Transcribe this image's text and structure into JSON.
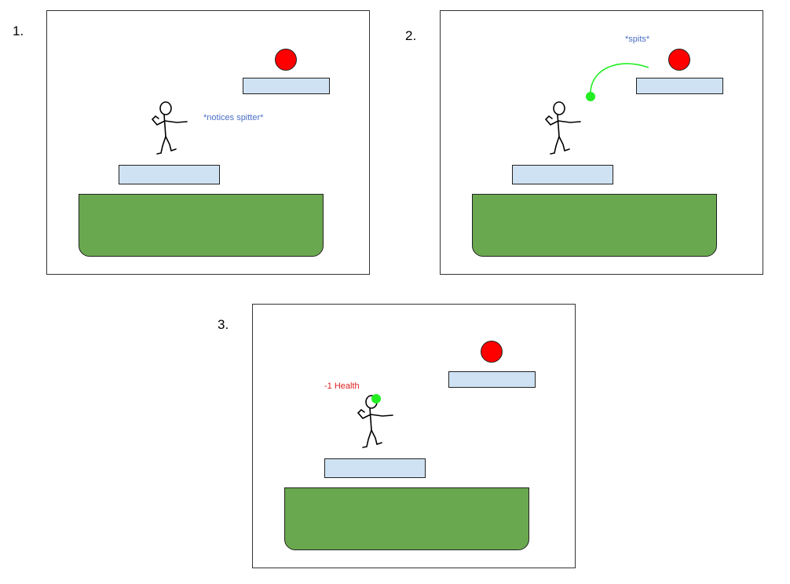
{
  "panels": [
    {
      "step": "1.",
      "caption": "*notices spitter*",
      "caption_color": "#4a6fc4"
    },
    {
      "step": "2.",
      "caption": "*spits*",
      "caption_color": "#4a6fc4"
    },
    {
      "step": "3.",
      "caption": "-1 Health",
      "caption_color": "#e02020"
    }
  ],
  "colors": {
    "ground": "#6aa84f",
    "platform": "#cfe2f3",
    "spitter": "#ff0000",
    "spit": "#22ee22"
  }
}
